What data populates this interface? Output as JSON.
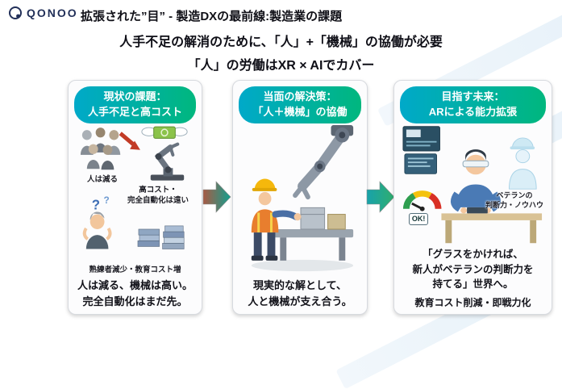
{
  "brand": {
    "name": "QONOO"
  },
  "header": {
    "title": "拡張された”目” - 製造DXの最前線:製造業の課題"
  },
  "lead": {
    "line1": "人手不足の解消のために、「人」+「機械」の協働が必要",
    "line2": "「人」の労働はXR × AIでカバー"
  },
  "panels": {
    "current": {
      "header1": "現状の課題：",
      "header2": "人手不足と高コスト",
      "label_people": "人は減る",
      "label_cost1": "高コスト・",
      "label_cost2": "完全自動化は遠い",
      "label_training": "熟練者減少・教育コスト増",
      "footer1": "人は減る、機械は高い。",
      "footer2": "完全自動化はまだ先。"
    },
    "solution": {
      "header1": "当面の解決策：",
      "header2": "「人＋機械」の協働",
      "footer1": "現実的な解として、",
      "footer2": "人と機械が支え合う。"
    },
    "future": {
      "header1": "目指す未来：",
      "header2": "ARによる能力拡張",
      "gauge_label": "OK!",
      "hologram_label1": "ベテランの",
      "hologram_label2": "判断力・ノウハウ",
      "footer1": "「グラスをかければ、",
      "footer2": "新人がベテランの判断力を",
      "footer3": "持てる」世界へ。",
      "note": "教育コスト削減・即戦力化"
    }
  }
}
